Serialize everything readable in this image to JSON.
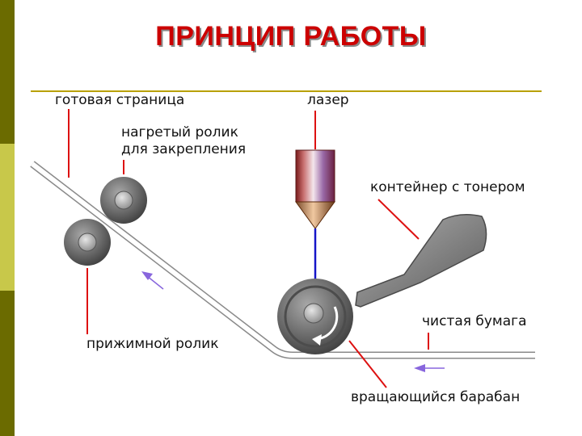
{
  "slide": {
    "title": "ПРИНЦИП РАБОТЫ"
  },
  "labels": {
    "finished_page": "готовая страница",
    "laser": "лазер",
    "heated_roller_line1": "нагретый ролик",
    "heated_roller_line2": "для закрепления",
    "toner_container": "контейнер с тонером",
    "pressure_roller": "прижимной ролик",
    "clean_paper": "чистая бумага",
    "rotating_drum": "вращающийся барабан"
  },
  "colors": {
    "title": "#cc0000",
    "title_shadow": "#8a8a8a",
    "side_bar_dark": "#6b6b00",
    "side_bar_light": "#c8c84a",
    "rule": "#b8a000",
    "leader_lines": "#dd1111",
    "laser_beam": "#1515c8",
    "direction_arrows": "#8866dd",
    "roller_gray": "#6a6a6a",
    "paper_edge": "#9a9a9a"
  }
}
